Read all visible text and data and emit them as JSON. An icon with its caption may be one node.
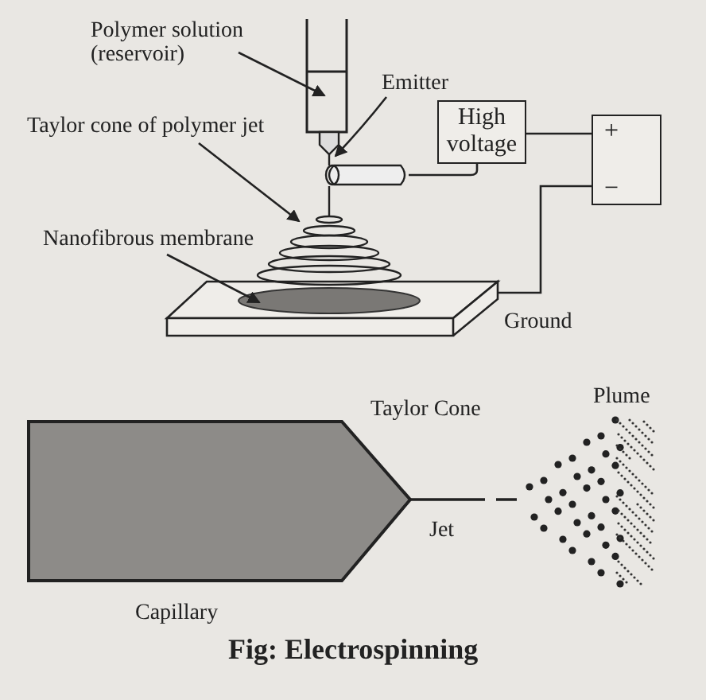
{
  "diagram": {
    "caption": "Fig: Electrospinning",
    "nodes": [
      {
        "text": [
          "Polymer solution (reservoir)"
        ]
      },
      {
        "text": [],
        "shape": "picture"
      },
      {
        "text": [
          "Emitter"
        ]
      },
      {
        "text": [
          "High voltage"
        ]
      },
      {
        "text": [
          "+",
          "−"
        ]
      },
      {
        "text": [
          "Taylor cone of polymer jet"
        ]
      },
      {
        "text": [
          "Nanofibrous membrane"
        ]
      },
      {
        "text": [],
        "shape": "box",
        "beside": [
          "Ground"
        ]
      },
      {
        "text": [
          "Capillary"
        ]
      },
      {
        "text": [
          "Plume"
        ]
      },
      {
        "text": [],
        "shape": "picture"
      }
    ],
    "edges": [
      {
        "from": 0,
        "to": 1,
        "arrow": "to"
      },
      {
        "from": 2,
        "to": 1,
        "arrow": "to"
      },
      {
        "from": 5,
        "to": 10,
        "arrow": "to"
      },
      {
        "from": 6,
        "to": 7,
        "arrow": "to"
      },
      {
        "from": 3,
        "to": 1,
        "arrow": "none"
      },
      {
        "from": 3,
        "to": 4,
        "arrow": "none"
      },
      {
        "from": 7,
        "to": 4,
        "arrow": "none"
      },
      {
        "from": 8,
        "to": 9,
        "arrow": "none",
        "label": "Jet",
        "style": "dashed"
      }
    ],
    "labels": [
      "Taylor Cone"
    ]
  }
}
